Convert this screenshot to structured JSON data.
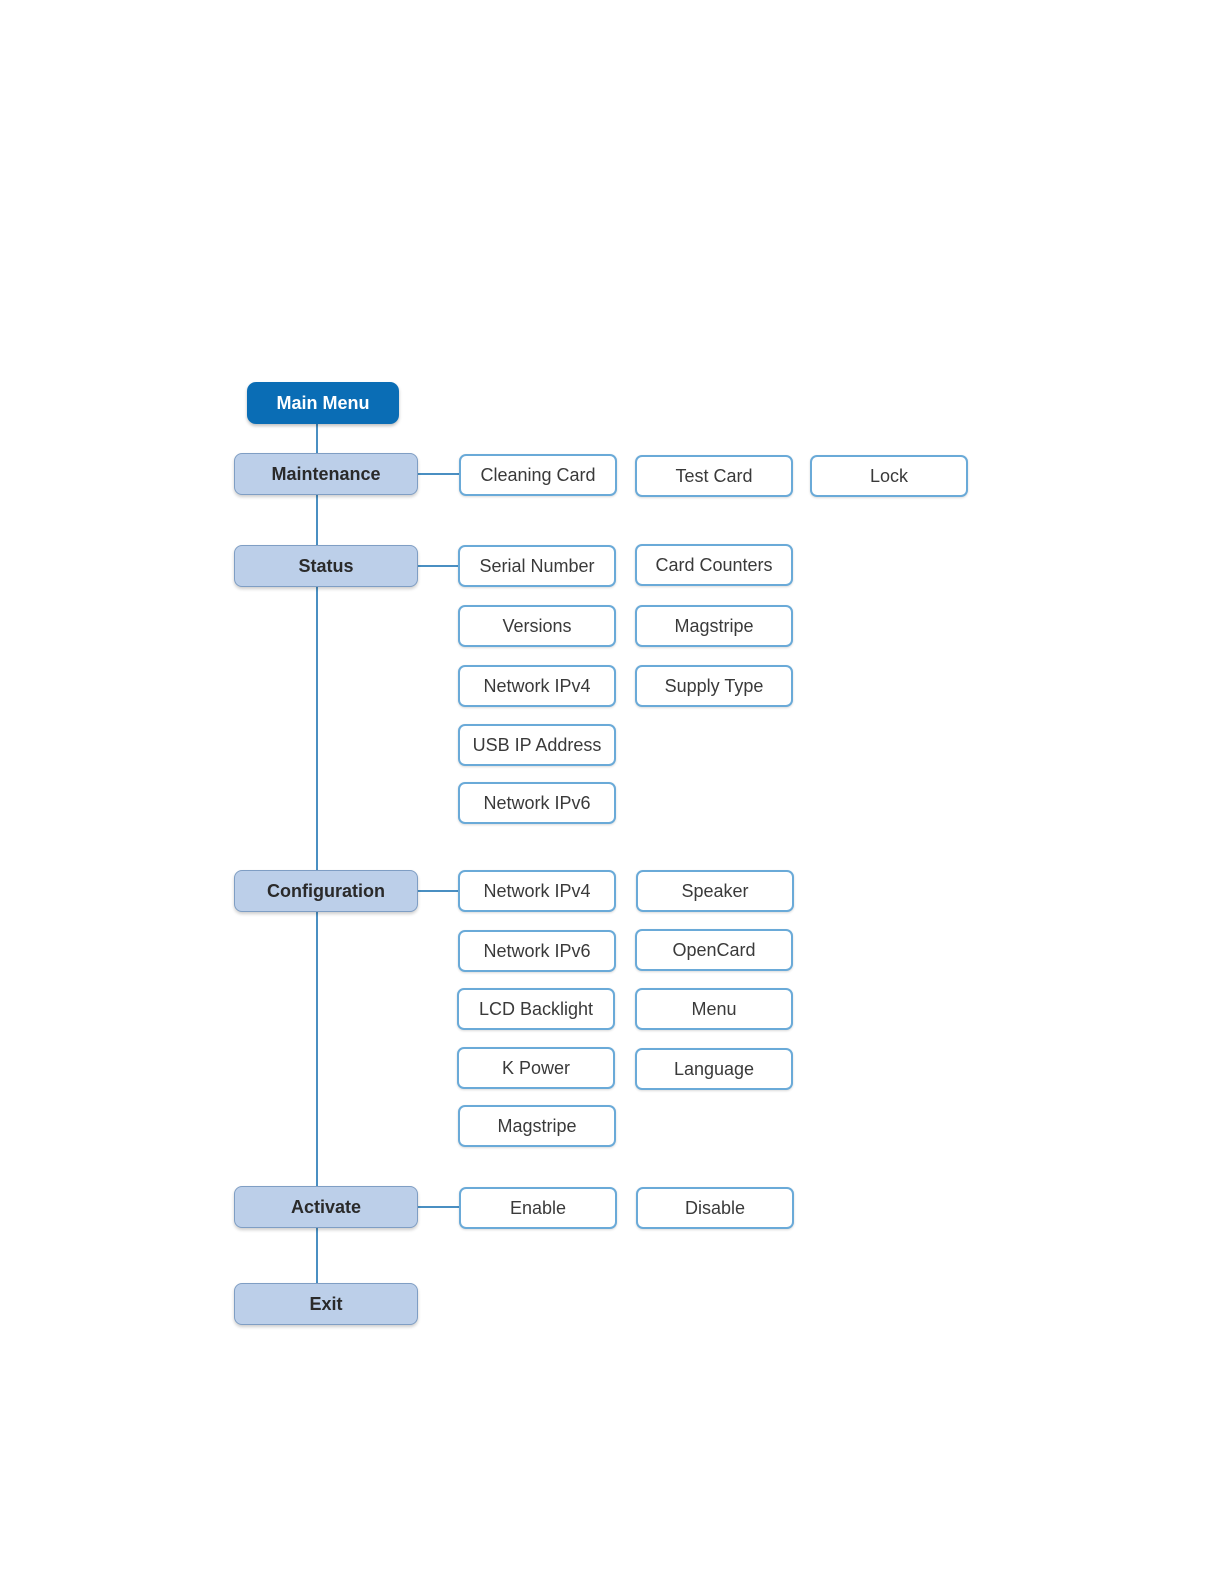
{
  "root": {
    "label": "Main Menu"
  },
  "categories": [
    {
      "label": "Maintenance",
      "items": [
        "Cleaning Card",
        "Test Card",
        "Lock"
      ]
    },
    {
      "label": "Status",
      "items": [
        "Serial Number",
        "Card Counters",
        "Versions",
        "Magstripe",
        "Network IPv4",
        "Supply Type",
        "USB IP Address",
        "Network IPv6"
      ]
    },
    {
      "label": "Configuration",
      "items": [
        "Network IPv4",
        "Speaker",
        "Network IPv6",
        "OpenCard",
        "LCD Backlight",
        "Menu",
        "K Power",
        "Language",
        "Magstripe"
      ]
    },
    {
      "label": "Activate",
      "items": [
        "Enable",
        "Disable"
      ]
    },
    {
      "label": "Exit",
      "items": []
    }
  ]
}
